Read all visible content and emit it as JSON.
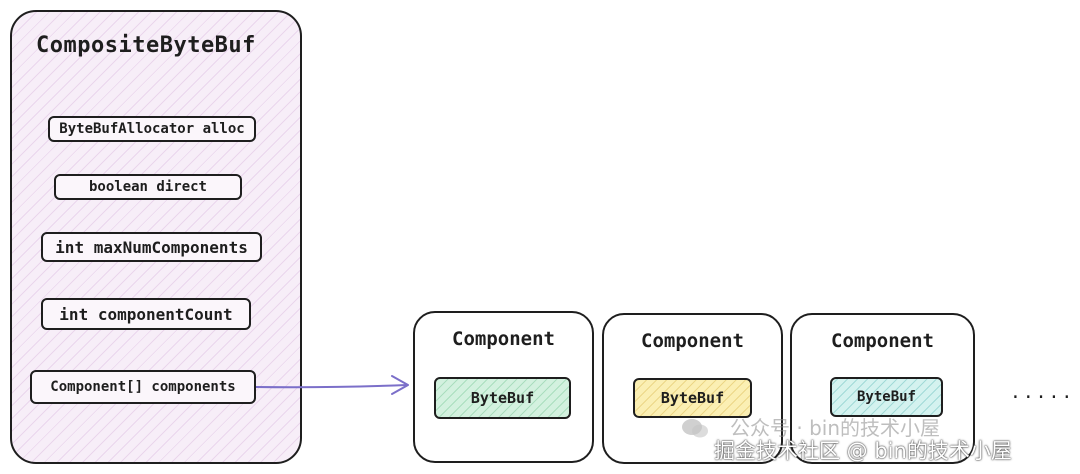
{
  "composite": {
    "title": "CompositeByteBuf",
    "fields": [
      "ByteBufAllocator alloc",
      "boolean direct",
      "int maxNumComponents",
      "int componentCount",
      "Component[] components"
    ]
  },
  "components": [
    {
      "title": "Component",
      "buffer": "ByteBuf",
      "color": "#d3f1df"
    },
    {
      "title": "Component",
      "buffer": "ByteBuf",
      "color": "#fbefb3"
    },
    {
      "title": "Component",
      "buffer": "ByteBuf",
      "color": "#d4f2ef"
    }
  ],
  "ellipsis": ".....",
  "arrow_color": "#7b6fc9",
  "watermark": {
    "line1": "公众号 · bin的技术小屋",
    "line2": "掘金技术社区 @ bin的技术小屋"
  }
}
